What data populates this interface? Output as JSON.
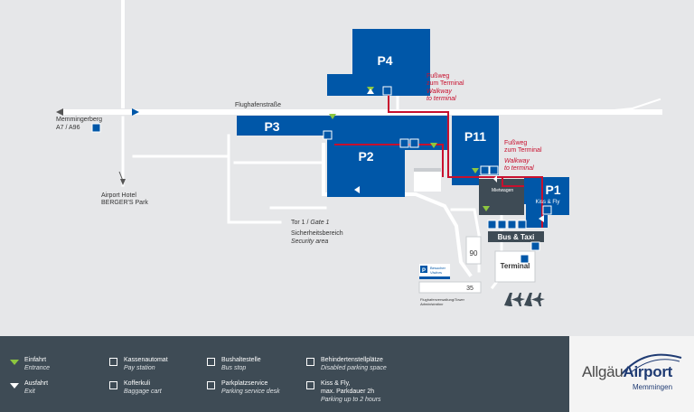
{
  "map": {
    "parking": {
      "p4": "P4",
      "p3": "P3",
      "p2": "P2",
      "p11": "P11",
      "p1": "P1",
      "p1_sub": "Kiss & Fly"
    },
    "street": "Flughafenstraße",
    "memmingerberg": "Memmingerberg",
    "highway": "A7 / A96",
    "hotel_line1": "Airport Hotel",
    "hotel_line2": "BERGER'S Park",
    "walkway1_de1": "Fußweg",
    "walkway1_de2": "zum Terminal",
    "walkway1_en1": "Walkway",
    "walkway1_en2": "to terminal",
    "walkway2_de1": "Fußweg",
    "walkway2_de2": "zum Terminal",
    "walkway2_en1": "Walkway",
    "walkway2_en2": "to terminal",
    "gate_de": "Tor 1 / ",
    "gate_en": "Gate 1",
    "security_de": "Sicherheitsbereich",
    "security_en": "Security area",
    "mietwagen": "Mietwagen",
    "bus_taxi": "Bus & Taxi",
    "terminal": "Terminal",
    "bldg_90": "90",
    "bldg_35": "35",
    "visitors_de": "Besucher",
    "visitors_en": "Visitors",
    "admin_de": "Flughafenverwaltung/Tower",
    "admin_en": "Administration",
    "colors": {
      "parking": "#0057a8",
      "walkway": "#c8102e",
      "road": "#ffffff",
      "background": "#e6e7e9"
    }
  },
  "legend": {
    "entrance_de": "Einfahrt",
    "entrance_en": "Entrance",
    "exit_de": "Ausfahrt",
    "exit_en": "Exit",
    "pay_de": "Kassenautomat",
    "pay_en": "Pay station",
    "cart_de": "Kofferkuli",
    "cart_en": "Baggage cart",
    "bus_de": "Bushaltestelle",
    "bus_en": "Bus stop",
    "service_de": "Parkplatzservice",
    "service_en": "Parking service desk",
    "disabled_de": "Behindertenstellplätze",
    "disabled_en": "Disabled parking space",
    "kiss_de1": "Kiss & Fly,",
    "kiss_de2": "max. Parkdauer 2h",
    "kiss_en": "Parking up to 2 hours",
    "colors": {
      "background": "#3e4b55",
      "entrance": "#8dc63f",
      "exit": "#ffffff"
    }
  },
  "logo": {
    "part1": "Allgäu",
    "part2": "Airport",
    "sub": "Memmingen"
  }
}
